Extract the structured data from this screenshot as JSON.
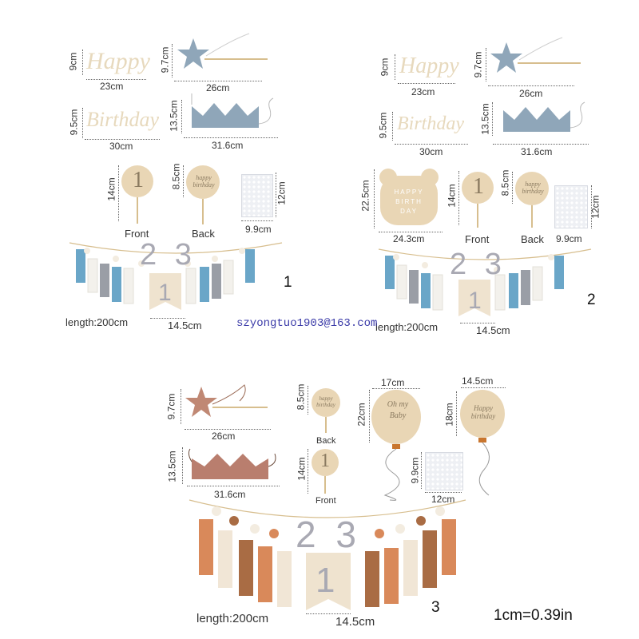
{
  "colors": {
    "wood": "#e9d6b5",
    "blue_tassel": "#6aa6c8",
    "grey_tassel": "#9a9ea6",
    "white_tassel": "#f3f1ec",
    "orange_tassel": "#d9895a",
    "brown_tassel": "#a96c44",
    "cream_tassel": "#f1e6d6",
    "blue_felt": "#8fa6b9",
    "brown_felt": "#b97e6e",
    "watermark": "#3a3aa8"
  },
  "set1": {
    "number": "1",
    "happy": {
      "text": "Happy",
      "h": "9cm",
      "w": "23cm"
    },
    "birthday": {
      "text": "Birthday",
      "h": "9.5cm",
      "w": "30cm"
    },
    "star": {
      "h": "9.7cm",
      "w": "26cm"
    },
    "crown": {
      "h": "13.5cm",
      "w": "31.6cm"
    },
    "topper": {
      "h_front": "14cm",
      "h_back": "8.5cm",
      "front_num": "1",
      "back_text": "happy birthday",
      "front_label": "Front",
      "back_label": "Back"
    },
    "sticker": {
      "h": "12cm",
      "w": "9.9cm"
    },
    "banner": {
      "digits": "2 3",
      "flag_num": "1",
      "length": "length:200cm",
      "flag_w": "14.5cm"
    }
  },
  "set2": {
    "number": "2",
    "happy": {
      "text": "Happy",
      "h": "9cm",
      "w": "23cm"
    },
    "birthday": {
      "text": "Birthday",
      "h": "9.5cm",
      "w": "30cm"
    },
    "star": {
      "h": "9.7cm",
      "w": "26cm"
    },
    "crown": {
      "h": "13.5cm",
      "w": "31.6cm"
    },
    "bear": {
      "text": "HAPPY BIRTH DAY",
      "h": "22.5cm",
      "w": "24.3cm"
    },
    "topper": {
      "h_front": "14cm",
      "h_back": "8.5cm",
      "front_num": "1",
      "back_text": "happy birthday",
      "front_label": "Front",
      "back_label": "Back"
    },
    "sticker": {
      "h": "12cm",
      "w": "9.9cm"
    },
    "banner": {
      "digits": "2 3",
      "flag_num": "1",
      "length": "length:200cm",
      "flag_w": "14.5cm"
    }
  },
  "set3": {
    "number": "3",
    "star": {
      "h": "9.7cm",
      "w": "26cm"
    },
    "crown": {
      "h": "13.5cm",
      "w": "31.6cm"
    },
    "topper": {
      "h_back": "8.5cm",
      "h_front": "14cm",
      "back_text": "happy birthday",
      "front_num": "1",
      "back_label": "Back",
      "front_label": "Front"
    },
    "balloon1": {
      "w": "17cm",
      "h": "22cm",
      "text": "Oh my Baby"
    },
    "balloon2": {
      "w": "14.5cm",
      "h": "18cm",
      "text": "Happy birthday"
    },
    "sticker": {
      "h": "9.9cm",
      "w": "12cm"
    },
    "banner": {
      "digits": "2 3",
      "flag_num": "1",
      "length": "length:200cm",
      "flag_w": "14.5cm"
    }
  },
  "watermark": "szyongtuo1903@163.com",
  "conversion": "1cm=0.39in"
}
